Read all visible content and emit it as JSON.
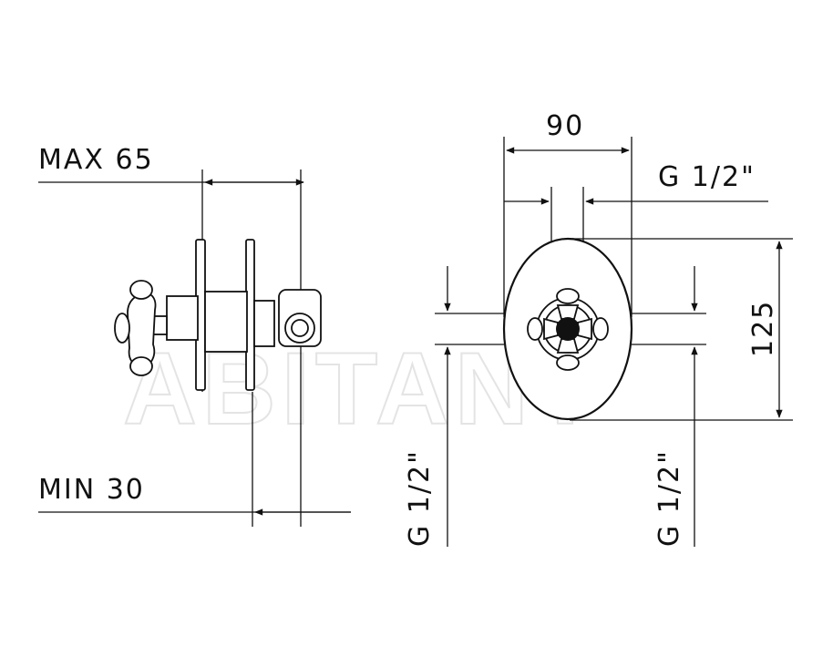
{
  "labels": {
    "max_depth": "MAX 65",
    "min_depth": "MIN 30",
    "width": "90",
    "height": "125",
    "thread_top": "G 1/2\"",
    "thread_bottom_left": "G 1/2\"",
    "thread_bottom_right": "G 1/2\""
  },
  "watermark": "ABITANT"
}
